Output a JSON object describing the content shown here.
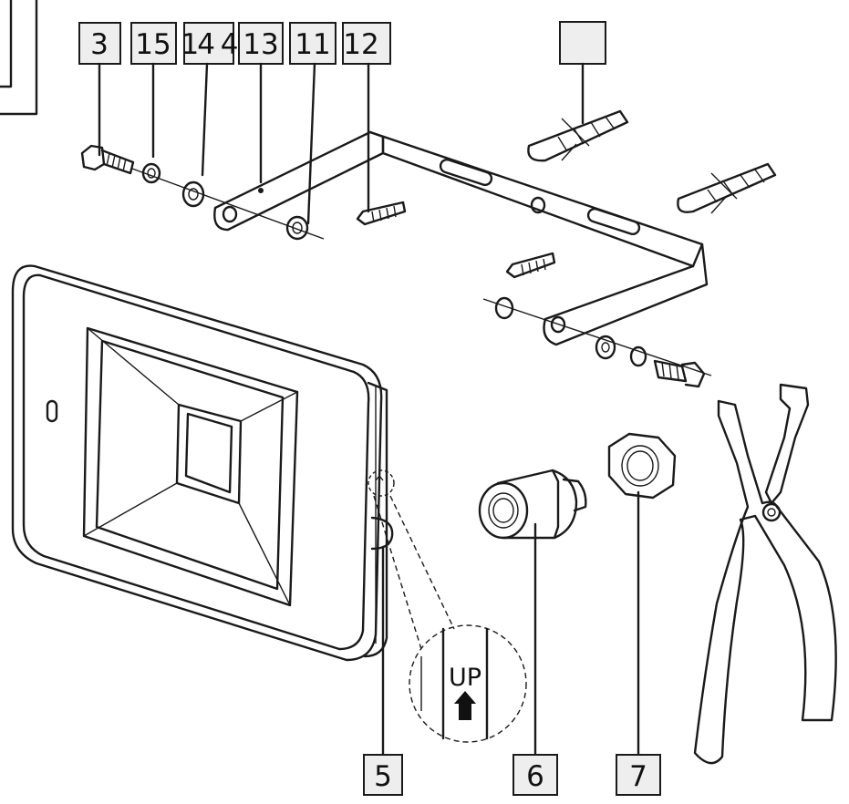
{
  "diagram": {
    "callouts_top": [
      {
        "id": "c3",
        "text": "3"
      },
      {
        "id": "c15",
        "text": "15"
      },
      {
        "id": "c14",
        "text": "14 4"
      },
      {
        "id": "c13",
        "text": "13"
      },
      {
        "id": "c11",
        "text": "11"
      },
      {
        "id": "c12",
        "text": "12"
      },
      {
        "id": "cblank",
        "text": ""
      }
    ],
    "callouts_bottom": [
      {
        "id": "c5",
        "text": "5"
      },
      {
        "id": "c6",
        "text": "6"
      },
      {
        "id": "c7",
        "text": "7"
      }
    ],
    "detail_label": "UP"
  }
}
